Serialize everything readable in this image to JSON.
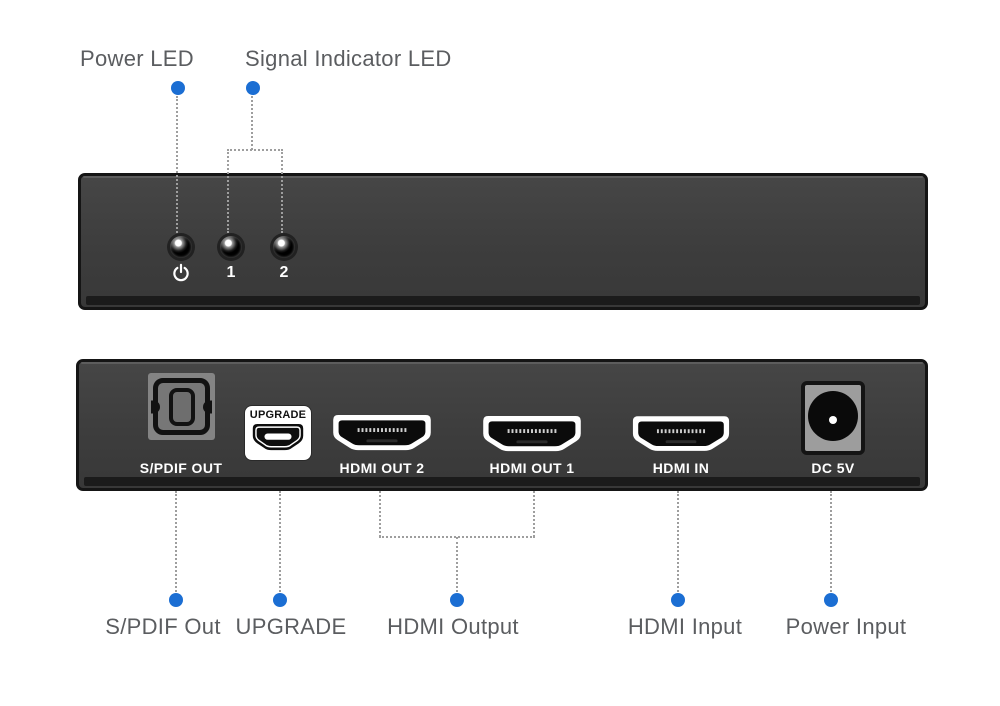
{
  "colors": {
    "accent_blue": "#1b6ed3",
    "label_gray": "#5b5d60",
    "panel_body": "#3d3d3d",
    "panel_border": "#151515",
    "leader_line_gray": "#9e9e9e",
    "port_label_white": "#ffffff"
  },
  "top_callouts": {
    "power_led": "Power LED",
    "signal_led": "Signal Indicator LED"
  },
  "front_panel": {
    "leds": {
      "power_icon": "power-icon",
      "out1_label": "1",
      "out2_label": "2"
    }
  },
  "back_panel": {
    "ports": [
      {
        "name": "spdif-out",
        "label": "S/PDIF OUT"
      },
      {
        "name": "upgrade",
        "label": "UPGRADE"
      },
      {
        "name": "hdmi-out-2",
        "label": "HDMI OUT 2"
      },
      {
        "name": "hdmi-out-1",
        "label": "HDMI OUT 1"
      },
      {
        "name": "hdmi-in",
        "label": "HDMI IN"
      },
      {
        "name": "dc-5v",
        "label": "DC 5V"
      }
    ]
  },
  "bottom_callouts": [
    {
      "label": "S/PDIF Out"
    },
    {
      "label": "UPGRADE"
    },
    {
      "label": "HDMI Output"
    },
    {
      "label": "HDMI Input"
    },
    {
      "label": "Power Input"
    }
  ]
}
